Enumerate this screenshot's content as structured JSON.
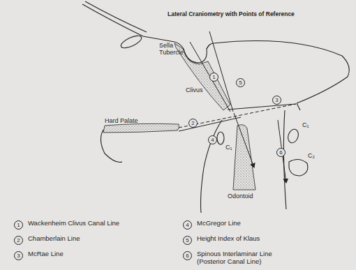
{
  "diagram": {
    "title": "Lateral Craniometry with Points of Reference",
    "labels": [
      "Sella Tubercle",
      "1",
      "5",
      "Clivus",
      "2",
      "3",
      "Hard Palate",
      "4",
      "C₁",
      "C₁",
      "6",
      "C₂",
      "Odontoid",
      "1",
      "4",
      "2",
      "5",
      "3",
      "6"
    ],
    "legend": [
      {
        "text": "Wackenheim Clivus Canal Line"
      },
      {
        "text": "McGregor Line"
      },
      {
        "text": "Chamberlain Line"
      },
      {
        "text": "Height Index of Klaus"
      },
      {
        "text": "McRae Line"
      },
      {
        "text": "Spinous Interlaminar Line (Posterior Canal Line)"
      }
    ]
  }
}
